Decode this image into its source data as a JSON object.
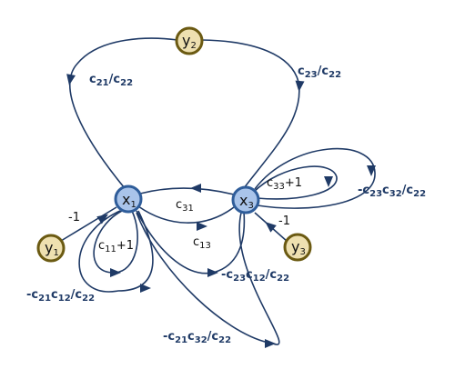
{
  "nodes": {
    "x1": {
      "base": "x",
      "sub": "1"
    },
    "x3": {
      "base": "x",
      "sub": "3"
    },
    "y1": {
      "base": "y",
      "sub": "1"
    },
    "y2": {
      "base": "y",
      "sub": "2"
    },
    "y3": {
      "base": "y",
      "sub": "3"
    }
  },
  "labels": {
    "y2_x1": [
      "c",
      "21",
      "/c",
      "22"
    ],
    "y2_x3": [
      "c",
      "23",
      "/c",
      "22"
    ],
    "x3_x1": [
      "c",
      "31"
    ],
    "x1_x3": [
      "c",
      "13"
    ],
    "x1_self_inner": [
      "c",
      "11",
      "+1"
    ],
    "x1_self_outer": [
      "-c",
      "21",
      "c",
      "12",
      "/c",
      "22"
    ],
    "x3_self_inner": [
      "c",
      "33",
      "+1"
    ],
    "x3_self_outer": [
      "-c",
      "23",
      "c",
      "32",
      "/c",
      "22"
    ],
    "x1_x3_lower": [
      "-c",
      "23",
      "c",
      "12",
      "/c",
      "22"
    ],
    "x3_x1_lower": [
      "-c",
      "21",
      "c",
      "32",
      "/c",
      "22"
    ],
    "y1_x1": [
      "-1"
    ],
    "y3_x3": [
      "-1"
    ]
  }
}
